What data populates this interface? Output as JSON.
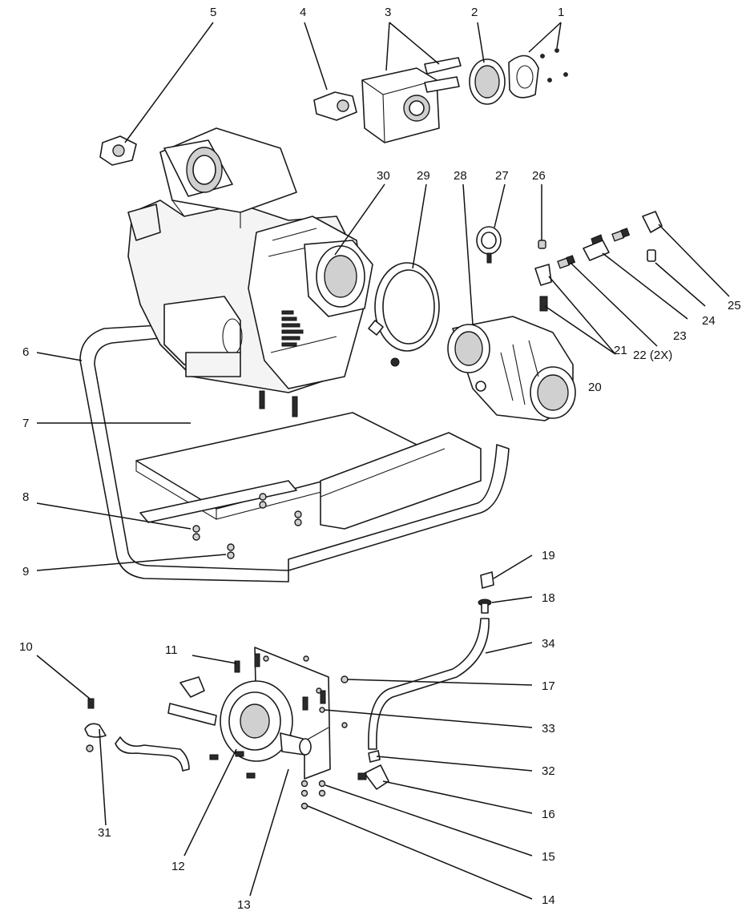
{
  "callouts": {
    "c1": "1",
    "c2": "2",
    "c3": "3",
    "c4": "4",
    "c5": "5",
    "c6": "6",
    "c7": "7",
    "c8": "8",
    "c9": "9",
    "c10": "10",
    "c11": "11",
    "c12": "12",
    "c13": "13",
    "c14": "14",
    "c15": "15",
    "c16": "16",
    "c17": "17",
    "c18": "18",
    "c19": "19",
    "c20": "20",
    "c21": "21",
    "c22": "22 (2X)",
    "c23": "23",
    "c24": "24",
    "c25": "25",
    "c26": "26",
    "c27": "27",
    "c28": "28",
    "c29": "29",
    "c30": "30",
    "c31": "31",
    "c32": "32",
    "c33": "33",
    "c34": "34"
  },
  "colors": {
    "line": "#1a1a1a",
    "fill": "#f4f4f4",
    "background": "#ffffff"
  }
}
